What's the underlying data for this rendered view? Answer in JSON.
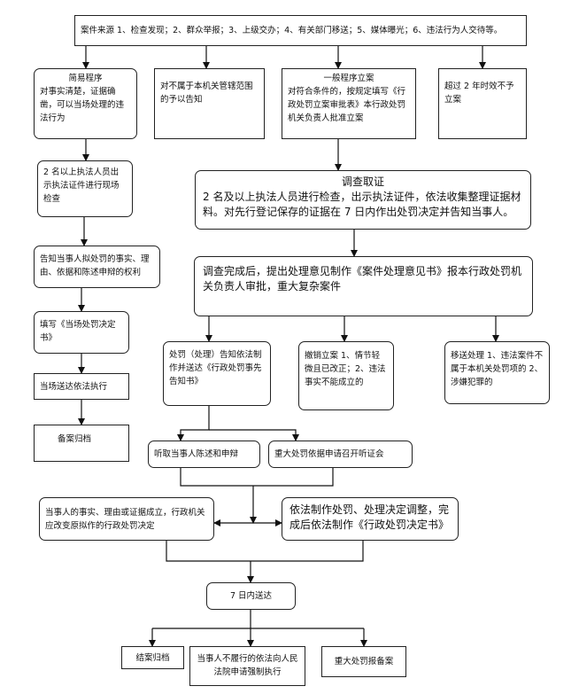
{
  "source": "案件来源 1、检查发现；2、群众举报；3、上级交办；4、有关部门移送；5、媒体曝光；6、违法行为人交待等。",
  "simple": {
    "title": "简易程序",
    "text": "对事实清楚，证据确凿，可以当场处理的违法行为"
  },
  "not_jurisdiction": "对不属于本机关管辖范围的予以告知",
  "general": {
    "title": "一般程序立案",
    "text": "对符合条件的，按规定填写《行政处罚立案审批表》本行政处罚机关负责人批准立案"
  },
  "expired": "超过 2 年时效不予立案",
  "inspect": "2 名以上执法人员出示执法证件进行现场检查",
  "investigate": {
    "title": "调查取证",
    "text": "2 名及以上执法人员进行检查，出示执法证件，依法收集整理证据材料。对先行登记保存的证据在 7 日内作出处罚决定并告知当事人。"
  },
  "inform_rights": "告知当事人拟处罚的事实、理由、依据和陈述申辩的权利",
  "report": "调查完成后，提出处理意见制作《案件处理意见书》报本行政处罚机关负责人审批，重大复杂案件",
  "fill_decision": "填写《当场处罚决定书》",
  "pre_notice": "处罚（处理）告知依法制作并送达《行政处罚事先告知书》",
  "cancel_case": "撤销立案 1、情节轻微且已改正；2、违法事实不能成立的",
  "transfer": "移送处理 1、违法案件不属于本机关处罚项的 2、涉嫌犯罪的",
  "deliver_onsite": "当场送达依法执行",
  "archive1": "备案归档",
  "hear": "听取当事人陈述和申辩",
  "hearing": "重大处罚依据申请召开听证会",
  "fact_upheld": "当事人的事实、理由或证据成立，行政机关应改变原拟作的行政处罚决定",
  "make_decision": "依法制作处罚、处理决定调整，完成后依法制作《行政处罚决定书》",
  "deliver7": "7 日内送达",
  "archive2": "结案归档",
  "enforce": "当事人不履行的依法向人民法院申请强制执行",
  "major_report": "重大处罚报备案"
}
